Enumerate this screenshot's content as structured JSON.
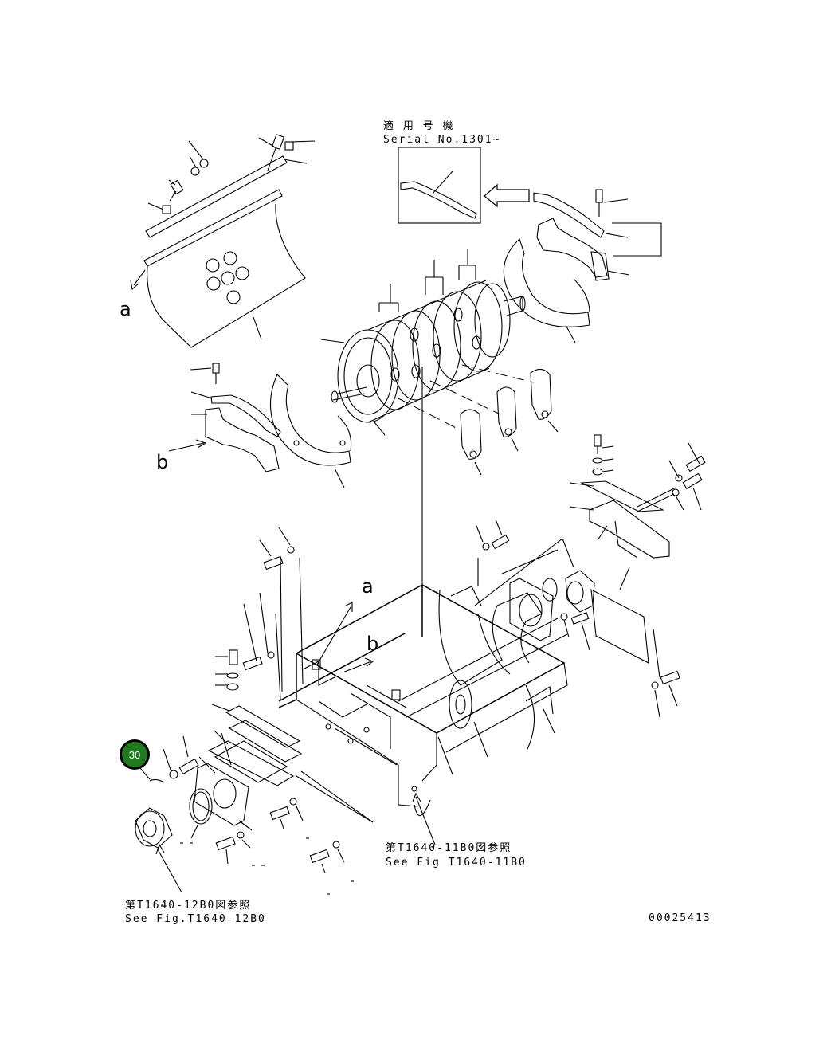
{
  "serial_note": {
    "line1": "適 用 号 機",
    "line2": "Serial No.1301~"
  },
  "view_labels": {
    "a_top": "a",
    "b_left": "b",
    "a_frame": "a",
    "b_frame": "b"
  },
  "references": {
    "ref_right_jp": "第T1640-11B0図参照",
    "ref_right_en": "See Fig T1640-11B0",
    "ref_left_jp": "第T1640-12B0図参照",
    "ref_left_en": "See Fig.T1640-12B0"
  },
  "callout": {
    "number": "30",
    "color": "#1f7a1f"
  },
  "figure_id": "00025413",
  "icons": {
    "arrow": "hollow-arrow-icon",
    "callout_marker": "green-circle-icon"
  }
}
